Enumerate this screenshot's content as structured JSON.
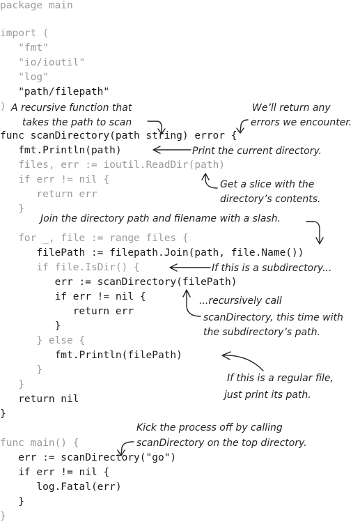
{
  "code": {
    "l01": "package main",
    "l02": "import (",
    "l03": "   \"fmt\"",
    "l04": "   \"io/ioutil\"",
    "l05": "   \"log\"",
    "l06": "   \"path/filepath\"",
    "l07": ")",
    "l08": "func scanDirectory(path string) error {",
    "l09": "   fmt.Println(path)",
    "l10": "   files, err := ioutil.ReadDir(path)",
    "l11": "   if err != nil {",
    "l12": "      return err",
    "l13": "   }",
    "l14": "   for _, file := range files {",
    "l15": "      filePath := filepath.Join(path, file.Name())",
    "l16": "      if file.IsDir() {",
    "l17": "         err := scanDirectory(filePath)",
    "l18": "         if err != nil {",
    "l19": "            return err",
    "l20": "         }",
    "l21": "      } else {",
    "l22": "         fmt.Println(filePath)",
    "l23": "      }",
    "l24": "   }",
    "l25": "   return nil",
    "l26": "}",
    "l27": "func main() {",
    "l28": "   err := scanDirectory(\"go\")",
    "l29": "   if err != nil {",
    "l30": "      log.Fatal(err)",
    "l31": "   }",
    "l32": "}"
  },
  "notes": {
    "recursive_a": "A recursive function that",
    "recursive_b": "takes the path to scan",
    "errors_a": "We’ll return any",
    "errors_b": "errors we encounter.",
    "print_dir": "Print the current directory.",
    "slice_a": "Get a slice with the",
    "slice_b": "directory’s contents.",
    "join": "Join the directory path and filename with a slash.",
    "subdir": "If this is a subdirectory...",
    "recurse_a": "...recursively call",
    "recurse_b": "scanDirectory, this time with",
    "recurse_c": "the subdirectory’s path.",
    "regular_a": "If this is a regular file,",
    "regular_b": "just print its path.",
    "kick_a": "Kick the process off by calling",
    "kick_b": "scanDirectory on the top directory."
  }
}
